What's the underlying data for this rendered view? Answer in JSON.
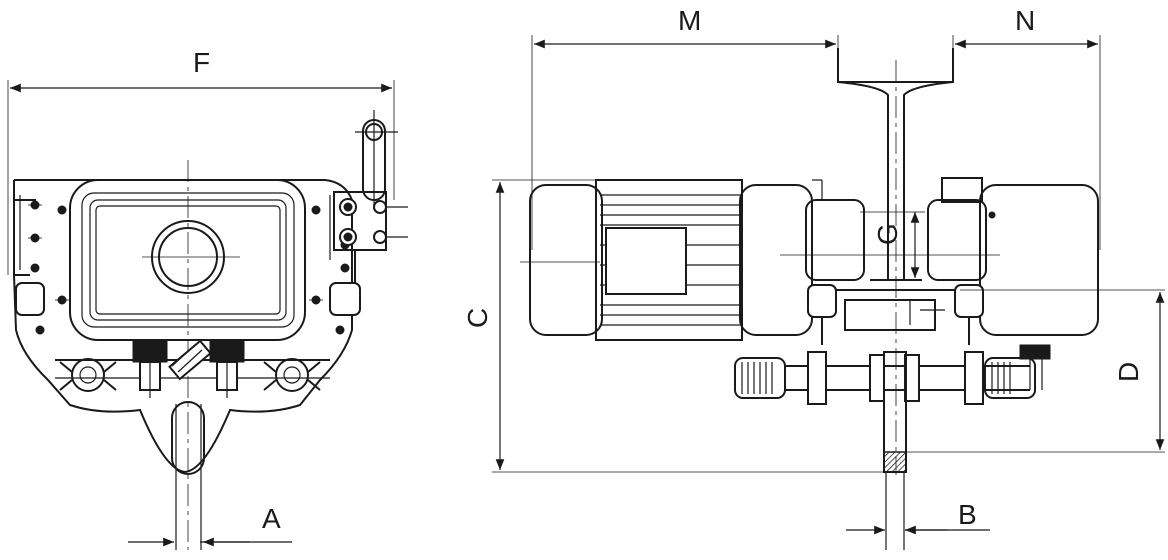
{
  "dimensions": {
    "F": "F",
    "M": "M",
    "N": "N",
    "C": "C",
    "G": "G",
    "D": "D",
    "A": "A",
    "B": "B"
  },
  "colors": {
    "line": "#1a1a1a",
    "background": "#ffffff"
  }
}
